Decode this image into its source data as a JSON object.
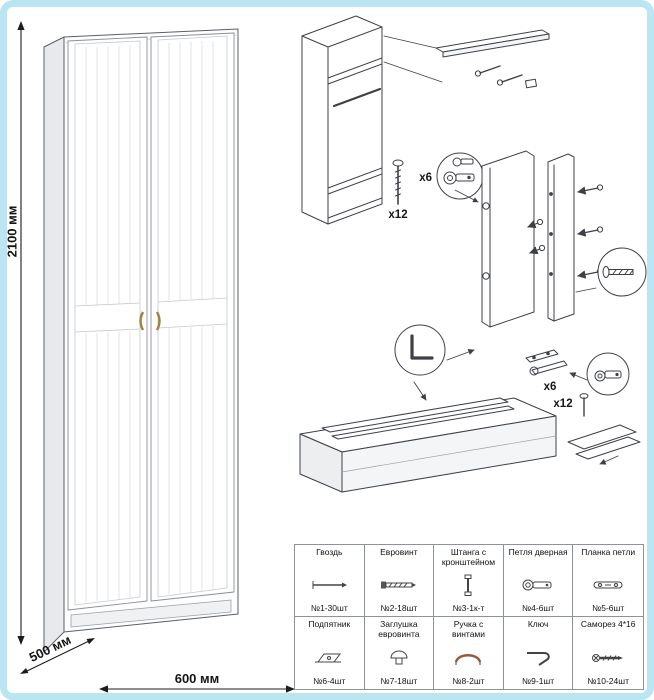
{
  "colors": {
    "frame_accent": "#b9e6f1",
    "line_art": "#3d4147",
    "handle_gold": "#a5803a",
    "handle_icon_red": "#9a5a3a"
  },
  "dimensions": {
    "height": "2100 мм",
    "depth": "500 мм",
    "width": "600 мм"
  },
  "assembly": {
    "callouts": {
      "screws_top": "x12",
      "hinges_top": "x6",
      "hinges_bottom": "x6",
      "screws_bottom": "x12"
    }
  },
  "parts_table": {
    "rows": [
      [
        {
          "name": "Гвоздь",
          "count": "№1-30шт",
          "icon": "nail-icon"
        },
        {
          "name": "Евровинт",
          "count": "№2-18шт",
          "icon": "eurobolt-icon"
        },
        {
          "name": "Штанга с кронштейном",
          "count": "№3-1к-т",
          "icon": "rod-bracket-icon"
        },
        {
          "name": "Петля дверная",
          "count": "№4-6шт",
          "icon": "door-hinge-icon"
        },
        {
          "name": "Планка петли",
          "count": "№5-6шт",
          "icon": "hinge-plate-icon"
        }
      ],
      [
        {
          "name": "Подпятник",
          "count": "№6-4шт",
          "icon": "foot-glide-icon"
        },
        {
          "name": "Заглушка евровинта",
          "count": "№7-18шт",
          "icon": "screw-cap-icon"
        },
        {
          "name": "Ручка с винтами",
          "count": "№8-2шт",
          "icon": "handle-icon"
        },
        {
          "name": "Ключ",
          "count": "№9-1шт",
          "icon": "key-icon"
        },
        {
          "name": "Саморез 4*16",
          "count": "№10-24шт",
          "icon": "screw-icon"
        }
      ]
    ]
  }
}
